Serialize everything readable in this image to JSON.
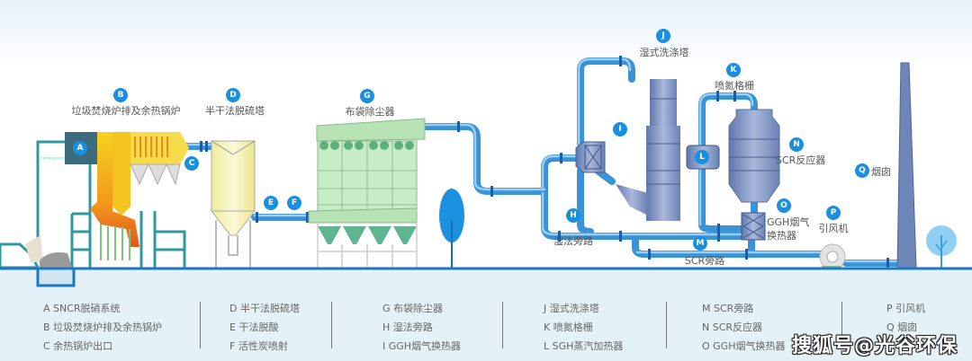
{
  "colors": {
    "pipe": "#3a93d6",
    "ground": "#1e78c0",
    "badge": "#1a8fe0",
    "frame": "#2e9aa0",
    "baghouse": "#b6e2b4",
    "equipment": "#6f86b8"
  },
  "badges": [
    "A",
    "B",
    "C",
    "D",
    "E",
    "F",
    "G",
    "H",
    "I",
    "J",
    "K",
    "L",
    "M",
    "N",
    "O",
    "P",
    "Q"
  ],
  "labels": {
    "B": "垃圾焚烧炉排及余热锅炉",
    "D": "半干法脱硫塔",
    "G": "布袋除尘器",
    "J": "湿式洗涤塔",
    "K": "喷氮格栅",
    "N": "SCR反应器",
    "Q": "烟囱",
    "O1": "GGH烟气",
    "O2": "换热器",
    "P": "引风机",
    "H": "湿法旁路",
    "M": "SCR旁路"
  },
  "legend": [
    [
      "A SNCR脱硝系统",
      "B 垃圾焚烧炉排及余热锅炉",
      "C 余热锅炉出口"
    ],
    [
      "D 半干法脱硫塔",
      "E 干法脱酸",
      "F 活性炭喷射"
    ],
    [
      "G 布袋除尘器",
      "H 湿法旁路",
      "I GGH烟气换热器"
    ],
    [
      "J 湿式洗涤塔",
      "K 喷氮格栅",
      "L SGH蒸汽加热器"
    ],
    [
      "M SCR旁路",
      "N SCR反应器",
      "O GGH烟气换热器"
    ],
    [
      "P 引风机",
      "Q 烟囱"
    ]
  ],
  "watermark": "搜狐号@光谷环保"
}
